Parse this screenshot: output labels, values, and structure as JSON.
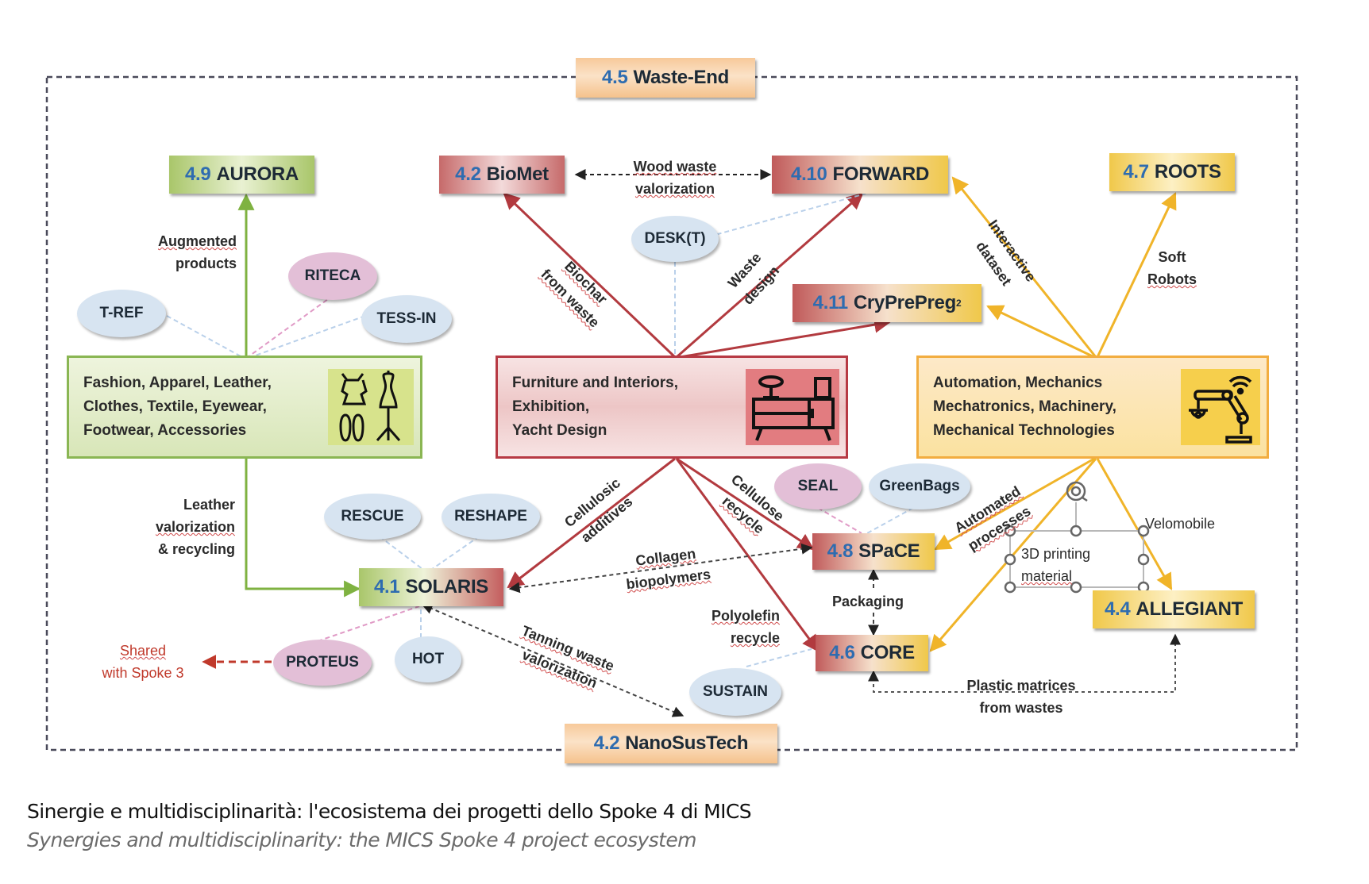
{
  "boundary": {
    "top_node": {
      "num": "4.5",
      "name": "Waste-End"
    },
    "bottom_node": {
      "num": "4.2",
      "name": "NanoSusTech"
    }
  },
  "projects": {
    "aurora": {
      "num": "4.9",
      "name": "AURORA"
    },
    "biomet": {
      "num": "4.2",
      "name": "BioMet"
    },
    "forward": {
      "num": "4.10",
      "name": "FORWARD"
    },
    "roots": {
      "num": "4.7",
      "name": "ROOTS"
    },
    "cryprepreg": {
      "num": "4.11",
      "name": "CryPrePreg",
      "sup": "2"
    },
    "solaris": {
      "num": "4.1",
      "name": "SOLARIS"
    },
    "space": {
      "num": "4.8",
      "name": "SPaCE"
    },
    "core": {
      "num": "4.6",
      "name": "CORE"
    },
    "allegiant": {
      "num": "4.4",
      "name": "ALLEGIANT"
    }
  },
  "sectors": {
    "fashion": {
      "lines": [
        "Fashion, Apparel, Leather,",
        "Clothes, Textile, Eyewear,",
        "Footwear, Accessories"
      ],
      "icon": "clothing-mannequin-icon"
    },
    "furniture": {
      "lines": [
        "Furniture and Interiors,",
        "Exhibition,",
        "Yacht Design"
      ],
      "icon": "furniture-sideboard-icon"
    },
    "automation": {
      "lines": [
        "Automation, Mechanics",
        "Mechatronics, Machinery,",
        "Mechanical Technologies"
      ],
      "icon": "robot-arm-icon"
    }
  },
  "subprojects": {
    "t_ref": "T-REF",
    "riteca": "RITECA",
    "tess_in": "TESS-IN",
    "desk_t": "DESK(T)",
    "rescue": "RESCUE",
    "reshape": "RESHAPE",
    "proteus": "PROTEUS",
    "hot": "HOT",
    "seal": "SEAL",
    "greenbags": "GreenBags",
    "sustain": "SUSTAIN"
  },
  "edge_labels": {
    "augmented": [
      "Augmented",
      "products"
    ],
    "wood_waste": [
      "Wood waste",
      "valorization"
    ],
    "biochar": [
      "Biochar",
      "from waste"
    ],
    "waste_design": [
      "Waste",
      "design"
    ],
    "interactive": [
      "Interactive",
      "dataset"
    ],
    "soft_robots": [
      "Soft",
      "Robots"
    ],
    "leather": [
      "Leather",
      "valorization",
      "& recycling"
    ],
    "cellulosic": [
      "Cellulosic",
      "additives"
    ],
    "cellulose": [
      "Cellulose",
      "recycle"
    ],
    "collagen": [
      "Collagen",
      "biopolymers"
    ],
    "automated": [
      "Automated",
      "processes"
    ],
    "velomobile": "Velomobile",
    "printing": [
      "3D printing",
      "material"
    ],
    "packaging": "Packaging",
    "polyolefin": [
      "Polyolefin",
      "recycle"
    ],
    "tanning": [
      "Tanning waste",
      "valorization"
    ],
    "plastic": [
      "Plastic matrices",
      "from wastes"
    ],
    "shared": [
      "Shared",
      "with Spoke 3"
    ]
  },
  "colors": {
    "green": "#7fb241",
    "red": "#b23a3f",
    "yellow": "#f0b429",
    "boundary": "#4a4a5a",
    "link_blue": "#b9d0ea",
    "link_pink": "#e09ac6",
    "number_blue": "#2e6cb0"
  },
  "caption": {
    "italian": "Sinergie e multidisciplinarità: l'ecosistema dei progetti dello Spoke 4 di MICS",
    "english": "Synergies and multidisciplinarity: the MICS Spoke 4 project ecosystem"
  }
}
